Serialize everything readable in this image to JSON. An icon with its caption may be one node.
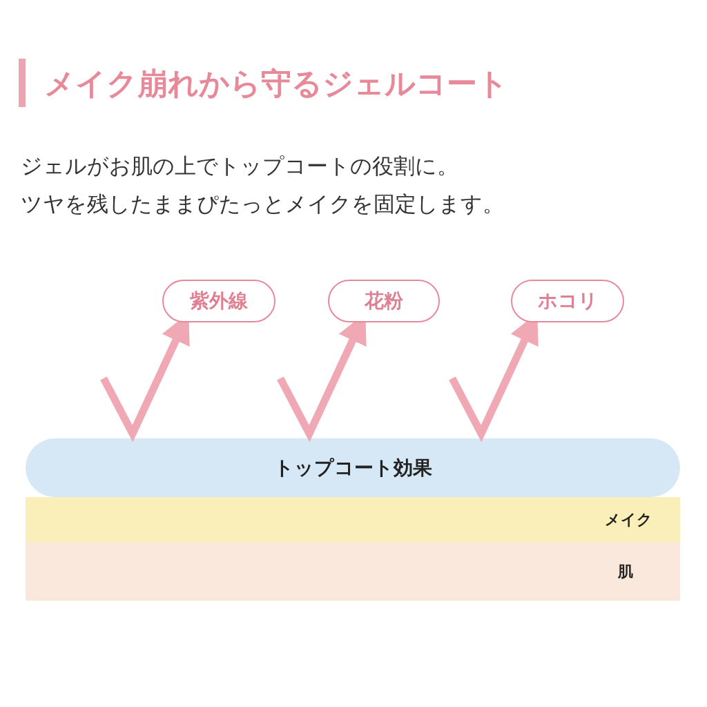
{
  "diagram": {
    "title": "メイク崩れから守るジェルコート",
    "nodes": [
      {
        "text": [
          "紫外線"
        ]
      },
      {
        "text": [
          "花粉"
        ]
      },
      {
        "text": [
          "ホコリ"
        ]
      },
      {
        "text": [
          "トップコート効果"
        ]
      },
      {
        "text": [
          "メイク"
        ]
      },
      {
        "text": [
          "肌"
        ]
      }
    ],
    "edges": [
      {
        "from": null,
        "to": 0,
        "arrow": "to"
      },
      {
        "from": null,
        "to": 1,
        "arrow": "to"
      },
      {
        "from": null,
        "to": 2,
        "arrow": "to"
      }
    ],
    "labels": [
      "ジェルがお肌の上でトップコートの役割に。",
      "ツヤを残したままぴたっとメイクを固定します。"
    ]
  }
}
